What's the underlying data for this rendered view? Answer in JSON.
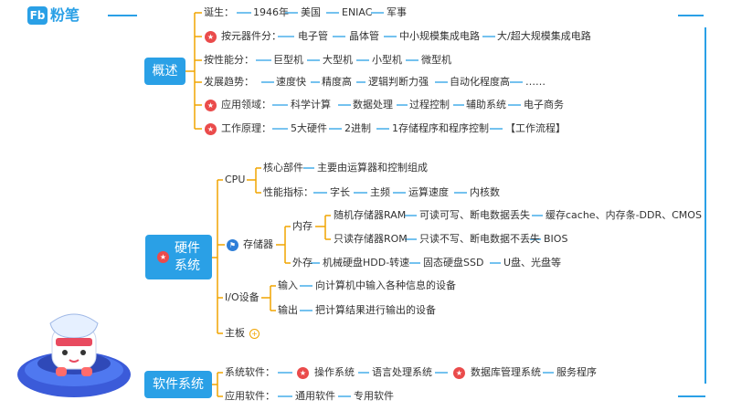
{
  "logo": {
    "mark": "Fb",
    "name": "粉笔"
  },
  "overview": {
    "title": "概述",
    "birth": {
      "label": "诞生：",
      "items": [
        "1946年",
        "美国",
        "ENIAC",
        "军事"
      ]
    },
    "components": {
      "label": "按元器件分：",
      "items": [
        "电子管",
        "晶体管",
        "中小规模集成电路",
        "大/超大规模集成电路"
      ]
    },
    "performance": {
      "label": "按性能分：",
      "items": [
        "巨型机",
        "大型机",
        "小型机",
        "微型机"
      ]
    },
    "trend": {
      "label": "发展趋势：",
      "items": [
        "速度快",
        "精度高",
        "逻辑判断力强",
        "自动化程度高",
        "……"
      ]
    },
    "application": {
      "label": "应用领域：",
      "items": [
        "科学计算",
        "数据处理",
        "过程控制",
        "辅助系统",
        "电子商务"
      ]
    },
    "principle": {
      "label": "工作原理：",
      "items": [
        "5大硬件",
        "2进制",
        "1存储程序和程序控制",
        "【工作流程】"
      ]
    }
  },
  "hardware": {
    "title_line1": "硬件",
    "title_line2": "系统",
    "cpu": {
      "label": "CPU",
      "core": {
        "label": "核心部件",
        "value": "主要由运算器和控制组成"
      },
      "perf": {
        "label": "性能指标：",
        "items": [
          "字长",
          "主频",
          "运算速度",
          "内核数"
        ]
      }
    },
    "storage": {
      "label": "存储器",
      "internal": {
        "label": "内存",
        "ram": {
          "label": "随机存储器RAM",
          "desc": "可读可写、断电数据丢失",
          "extra": "缓存cache、内存条-DDR、CMOS"
        },
        "rom": {
          "label": "只读存储器ROM",
          "desc": "只读不写、断电数据不丢失",
          "extra": "BIOS"
        }
      },
      "external": {
        "label": "外存",
        "items": [
          "机械硬盘HDD-转速",
          "固态硬盘SSD",
          "U盘、光盘等"
        ]
      }
    },
    "io": {
      "label": "I/O设备",
      "input": {
        "label": "输入",
        "desc": "向计算机中输入各种信息的设备"
      },
      "output": {
        "label": "输出",
        "desc": "把计算结果进行输出的设备"
      }
    },
    "board": {
      "label": "主板"
    }
  },
  "software": {
    "title": "软件系统",
    "system": {
      "label": "系统软件：",
      "items": [
        "操作系统",
        "语言处理系统",
        "数据库管理系统",
        "服务程序"
      ]
    },
    "app": {
      "label": "应用软件：",
      "items": [
        "通用软件",
        "专用软件"
      ]
    }
  },
  "colors": {
    "hub": "#2aa0e6",
    "star": "#ea4b4b",
    "branch": "#f0a400",
    "leaf_line": "#2aa0e6"
  }
}
